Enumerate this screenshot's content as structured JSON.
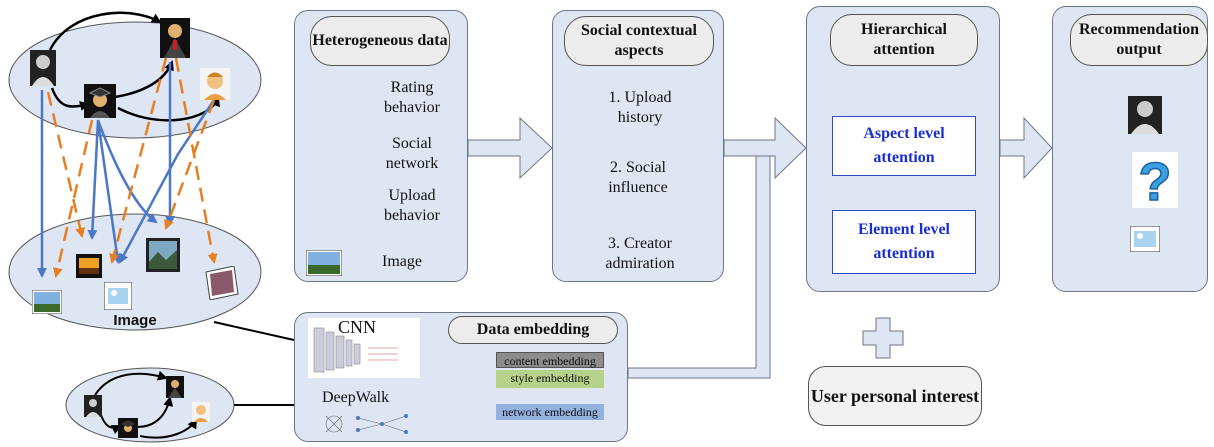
{
  "left": {
    "image_label": "Image"
  },
  "legend_panel": {
    "title": "Heterogeneous data",
    "items": [
      {
        "label": "Rating behavior",
        "icon": "blue-arrow-icon"
      },
      {
        "label": "Social network",
        "icon": "black-curved-arrow-icon"
      },
      {
        "label": "Upload behavior",
        "icon": "orange-dashed-arrow-icon"
      },
      {
        "label": "Image",
        "icon": "image-thumbnail-icon"
      }
    ]
  },
  "social_panel": {
    "title": "Social contextual aspects",
    "items": [
      "1. Upload history",
      "2.  Social influence",
      "3. Creator admiration"
    ]
  },
  "attention_panel": {
    "title": "Hierarchical attention",
    "aspect": "Aspect level attention",
    "element": "Element level attention"
  },
  "output_panel": {
    "title": "Recommendation output"
  },
  "embedding_panel": {
    "title": "Data embedding",
    "cnn": "CNN",
    "deepwalk": "DeepWalk",
    "content": "content embedding",
    "style": "style embedding",
    "network": "network embedding"
  },
  "user_interest": "User personal interest",
  "colors": {
    "rating": "#4a78c6",
    "upload": "#e67e22",
    "panel": "#dfe6f3",
    "attention_text": "#1a2fd0"
  }
}
